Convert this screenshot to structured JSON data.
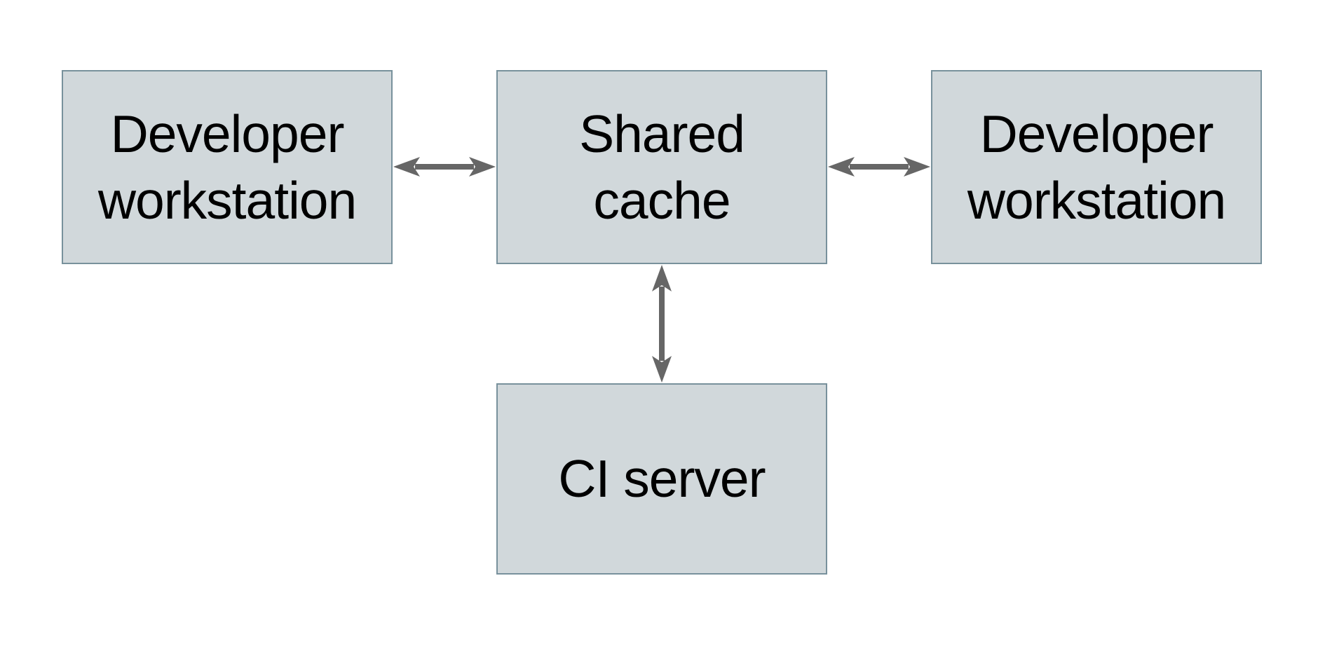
{
  "diagram": {
    "colors": {
      "background": "#ffffff",
      "node_fill": "#d1d8db",
      "node_border": "#78919c",
      "arrow": "#666666",
      "text": "#000000"
    },
    "nodes": {
      "developer_left": {
        "label": "Developer workstation",
        "lines": [
          "Developer",
          "workstation"
        ]
      },
      "shared_cache": {
        "label": "Shared cache",
        "lines": [
          "Shared",
          "cache"
        ]
      },
      "developer_right": {
        "label": "Developer workstation",
        "lines": [
          "Developer",
          "workstation"
        ]
      },
      "ci_server": {
        "label": "CI server",
        "lines": [
          "CI server"
        ]
      }
    },
    "edges": [
      {
        "from": "developer-workstation-left",
        "to": "shared-cache",
        "direction": "bidirectional"
      },
      {
        "from": "developer-workstation-right",
        "to": "shared-cache",
        "direction": "bidirectional"
      },
      {
        "from": "ci-server",
        "to": "shared-cache",
        "direction": "bidirectional"
      }
    ]
  }
}
